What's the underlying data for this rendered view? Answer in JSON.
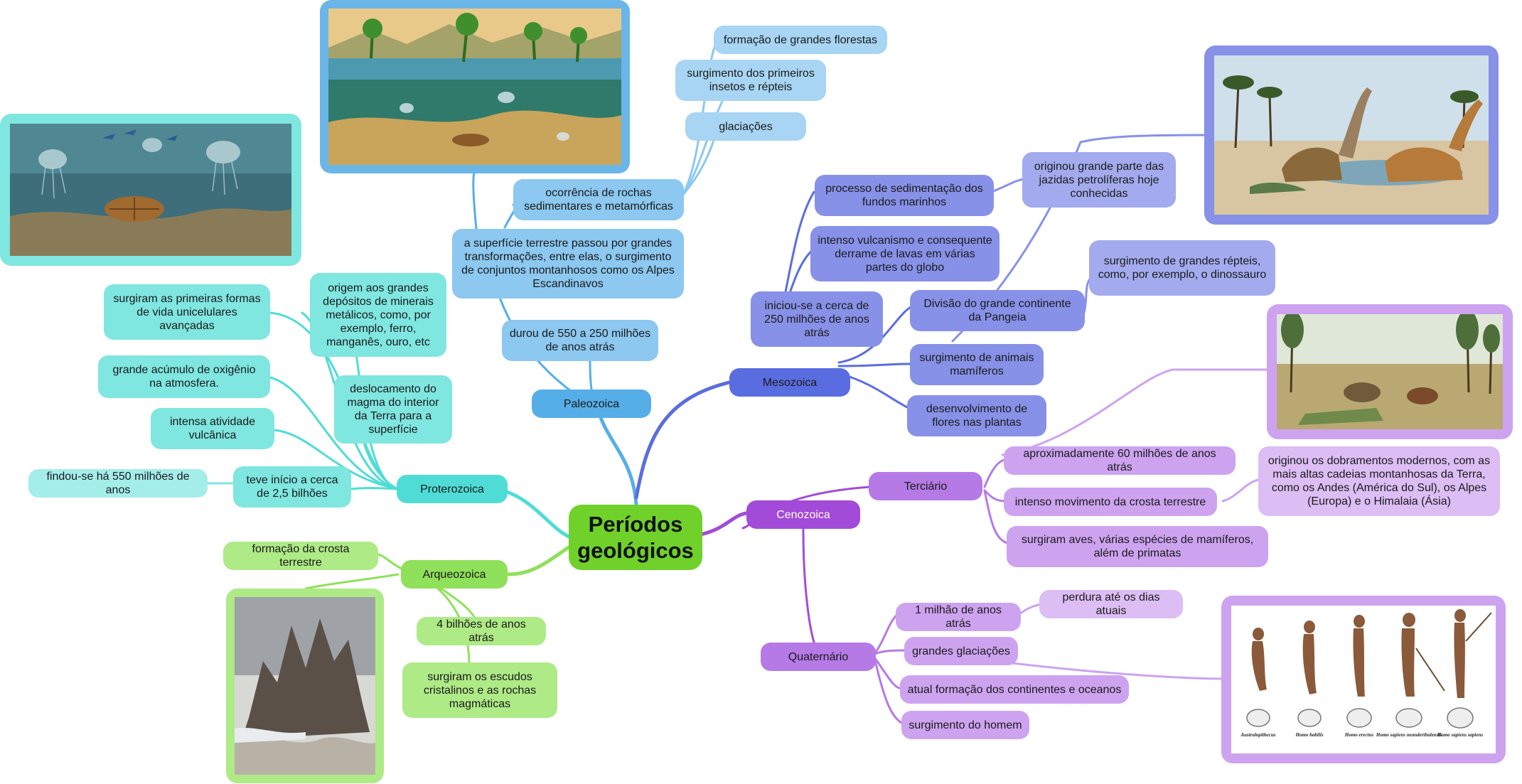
{
  "central": "Períodos geológicos",
  "branches": {
    "paleozoica": {
      "label": "Paleozoica",
      "color": "#56aee8",
      "items": [
        "durou de 550 a 250 milhões de anos atrás",
        "a superfície terrestre passou por grandes transformações, entre elas, o surgimento de conjuntos montanhosos como os Alpes Escandinavos",
        "ocorrência de rochas sedimentares e metamórficas",
        "glaciações",
        "surgimento dos primeiros insetos e répteis",
        "formação de grandes florestas"
      ]
    },
    "mesozoica": {
      "label": "Mesozoica",
      "color": "#5a6de0",
      "items": [
        "iniciou-se a cerca de 250 milhões de anos atrás",
        "processo de sedimentação dos fundos marinhos",
        "originou grande parte das jazidas petrolíferas hoje conhecidas",
        "intenso vulcanismo e consequente derrame de lavas em várias partes do globo",
        "Divisão do grande continente da Pangeia",
        "surgimento de grandes répteis, como, por exemplo, o dinossauro",
        "surgimento de animais mamíferos",
        "desenvolvimento de flores nas plantas"
      ]
    },
    "cenozoica": {
      "label": "Cenozoica",
      "color": "#a24bd8",
      "terciario": {
        "label": "Terciário",
        "items": [
          "aproximadamente 60 milhões de anos atrás",
          "intenso movimento da crosta terrestre",
          "originou os dobramentos modernos, com as mais altas cadeias montanhosas da Terra, como os Andes (América do Sul), os Alpes (Europa) e o Himalaia (Ásia)",
          "surgiram aves, várias espécies de mamíferos, além de primatas"
        ]
      },
      "quaternario": {
        "label": "Quaternário",
        "items": [
          "1 milhão de anos atrás",
          "perdura até os dias atuais",
          "grandes glaciações",
          "atual formação dos continentes e oceanos",
          "surgimento do homem"
        ]
      },
      "evolution_captions": [
        "Australopithecus",
        "Homo habilis",
        "Homo erectus",
        "Homo sapiens neanderthalensis",
        "Homo sapiens sapiens"
      ]
    },
    "proterozoica": {
      "label": "Proterozoica",
      "color": "#4fdcd6",
      "items": [
        "origem aos grandes depósitos de minerais metálicos, como, por exemplo, ferro, manganês, ouro, etc",
        "surgiram as primeiras formas de vida unicelulares avançadas",
        "deslocamento do magma do interior da Terra para a superfície",
        "grande acúmulo de oxigênio na atmosfera.",
        "intensa atividade vulcânica",
        "teve início a cerca de 2,5 bilhões",
        "findou-se há 550 milhões de anos"
      ]
    },
    "arqueozoica": {
      "label": "Arqueozoica",
      "color": "#8fe05a",
      "items": [
        "formação da crosta terrestre",
        "4 bilhões de anos atrás",
        "surgiram os escudos cristalinos e as rochas magmáticas"
      ]
    }
  },
  "colors": {
    "central": "#6fd12a",
    "paleo_node": "#56aee8",
    "paleo_leaf": "#8cc8f0",
    "meso_node": "#5a6de0",
    "meso_leaf": "#8791e8",
    "ceno_node": "#a24bd8",
    "ceno_sub": "#b57ae6",
    "ceno_leaf": "#cda3f0",
    "protero_node": "#4fdcd6",
    "protero_leaf": "#7fe6e0",
    "arqueo_node": "#8fe05a",
    "arqueo_leaf": "#aeea86"
  }
}
